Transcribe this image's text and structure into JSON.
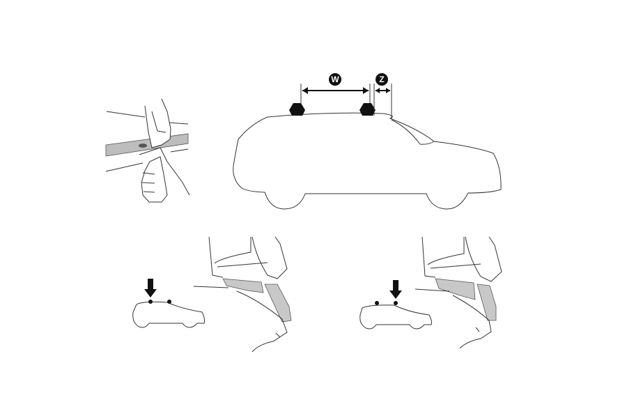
{
  "diagram": {
    "type": "roof rack foot installation illustration",
    "panels": [
      {
        "id": "clip-detail",
        "description": "Hand pressing fitting clip into door frame"
      },
      {
        "id": "car-side-view",
        "description": "Side view of car with two roof rack feet and measurement arrows"
      },
      {
        "id": "front-foot-detail",
        "description": "Mini car with arrow at front foot, plus close-up of foot clamp on door frame"
      },
      {
        "id": "rear-foot-detail",
        "description": "Mini car with arrow at rear foot, plus close-up of foot clamp on door frame"
      }
    ],
    "labels": {
      "w": "W",
      "z": "Z"
    },
    "colors": {
      "line": "#333333",
      "fill_gray": "#c8c8c8",
      "feet": "#111111",
      "background": "#ffffff"
    }
  }
}
